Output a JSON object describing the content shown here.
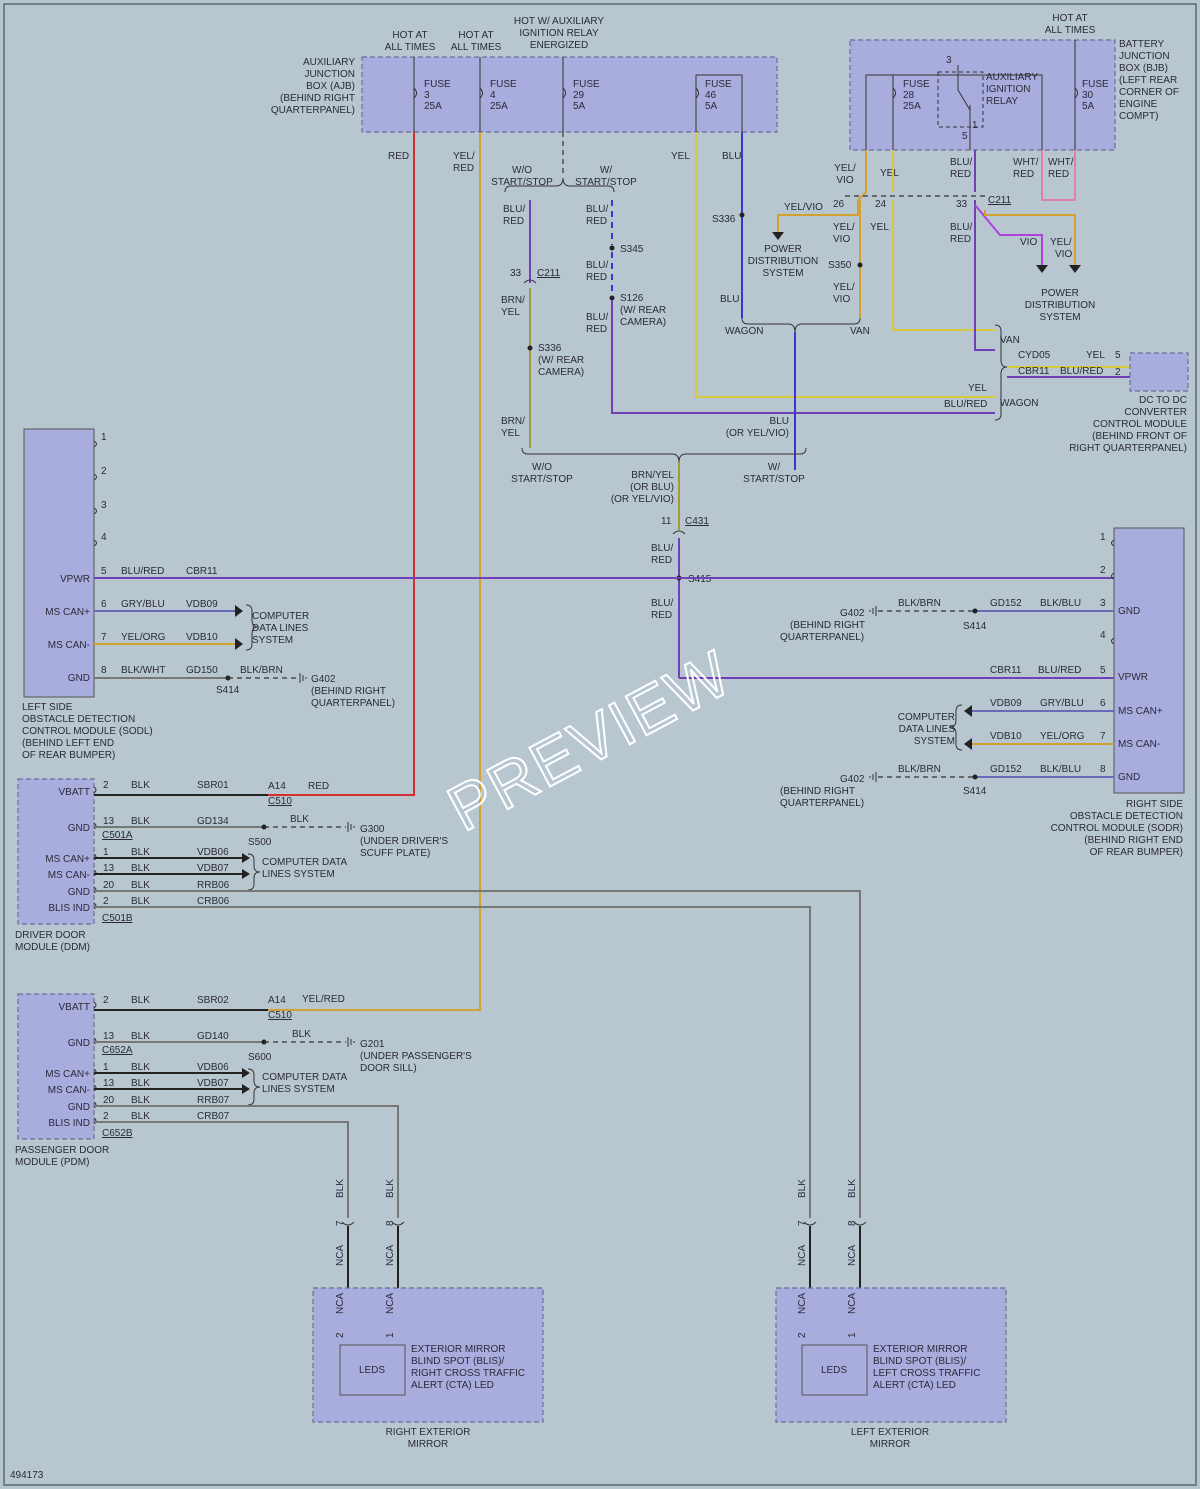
{
  "figure_id": "494173",
  "watermark": "PREVIEW",
  "ajb": {
    "label": [
      "AUXILIARY",
      "JUNCTION",
      "BOX (AJB)",
      "(BEHIND RIGHT",
      "QUARTERPANEL)"
    ],
    "hot_always_1": [
      "HOT AT",
      "ALL TIMES"
    ],
    "hot_always_2": [
      "HOT AT",
      "ALL TIMES"
    ],
    "hot_relay": [
      "HOT W/ AUXILIARY",
      "IGNITION RELAY",
      "ENERGIZED"
    ],
    "fuses": [
      {
        "label": [
          "FUSE",
          "3",
          "25A"
        ]
      },
      {
        "label": [
          "FUSE",
          "4",
          "25A"
        ]
      },
      {
        "label": [
          "FUSE",
          "29",
          "5A"
        ]
      },
      {
        "label": [
          "FUSE",
          "46",
          "5A"
        ]
      }
    ]
  },
  "bjb": {
    "label": [
      "BATTERY",
      "JUNCTION",
      "BOX (BJB)",
      "(LEFT REAR",
      "CORNER OF",
      "ENGINE",
      "COMPT)"
    ],
    "hot_always": [
      "HOT AT",
      "ALL TIMES"
    ],
    "fuse28": [
      "FUSE",
      "28",
      "25A"
    ],
    "fuse30": [
      "FUSE",
      "30",
      "5A"
    ],
    "relay": [
      "AUXILIARY",
      "IGNITION",
      "RELAY"
    ],
    "pin3": "3",
    "pin5": "5",
    "pin1": "1"
  },
  "wires": {
    "red": "RED",
    "yel_red": [
      "YEL/",
      "RED"
    ],
    "yel": "YEL",
    "blu": "BLU",
    "wo_ss": [
      "W/O",
      "START/STOP"
    ],
    "w_ss": [
      "W/",
      "START/STOP"
    ],
    "blu_red": [
      "BLU/",
      "RED"
    ],
    "brn_yel": [
      "BRN/",
      "YEL"
    ],
    "yel_vio": [
      "YEL/",
      "VIO"
    ],
    "yel_vio_inline": "YEL/VIO",
    "wht_red": [
      "WHT/",
      "RED"
    ],
    "vio": "VIO",
    "blk": "BLK",
    "nca": "NCA",
    "wagon": "WAGON",
    "van": "VAN",
    "blu_or": [
      "BLU",
      "(OR YEL/VIO)"
    ],
    "brn_or": [
      "BRN/YEL",
      "(OR BLU)",
      "(OR YEL/VIO)"
    ]
  },
  "splices": {
    "s336": "S336",
    "s345": "S345",
    "s126": [
      "S126",
      "(W/ REAR",
      "CAMERA)"
    ],
    "s336b": [
      "S336",
      "(W/ REAR",
      "CAMERA)"
    ],
    "s350": "S350",
    "s415": "S415",
    "s414": "S414",
    "s500": "S500",
    "s600": "S600"
  },
  "connectors": {
    "c211": "C211",
    "c431": "C431",
    "c510": "C510",
    "c501a": "C501A",
    "c501b": "C501B",
    "c652a": "C652A",
    "c652b": "C652B",
    "pin33": "33",
    "pin26": "26",
    "pin24": "24",
    "pin11": "11",
    "pinA14": "A14"
  },
  "pds": [
    "POWER",
    "DISTRIBUTION",
    "SYSTEM"
  ],
  "dcdc": {
    "label": [
      "DC TO DC",
      "CONVERTER",
      "CONTROL MODULE",
      "(BEHIND FRONT OF",
      "RIGHT QUARTERPANEL)"
    ],
    "rows": [
      {
        "circuit": "CYD05",
        "color": "YEL",
        "pin": "5"
      },
      {
        "circuit": "CBR11",
        "color": "BLU/RED",
        "pin": "2"
      }
    ]
  },
  "sodl": {
    "label": [
      "LEFT SIDE",
      "OBSTACLE DETECTION",
      "CONTROL MODULE (SODL)",
      "(BEHIND LEFT END",
      "OF REAR BUMPER)"
    ],
    "empty_pins": [
      "1",
      "2",
      "3",
      "4"
    ],
    "pins": [
      {
        "name": "VPWR",
        "pin": "5",
        "color": "BLU/RED",
        "circuit": "CBR11"
      },
      {
        "name": "MS CAN+",
        "pin": "6",
        "color": "GRY/BLU",
        "circuit": "VDB09"
      },
      {
        "name": "MS CAN-",
        "pin": "7",
        "color": "YEL/ORG",
        "circuit": "VDB10"
      },
      {
        "name": "GND",
        "pin": "8",
        "color": "BLK/WHT",
        "circuit": "GD150"
      }
    ],
    "gnd_color": "BLK/BRN",
    "ground": [
      "G402",
      "(BEHIND RIGHT",
      "QUARTERPANEL)"
    ],
    "cdl": [
      "COMPUTER",
      "DATA LINES",
      "SYSTEM"
    ]
  },
  "sodr": {
    "label": [
      "RIGHT SIDE",
      "OBSTACLE DETECTION",
      "CONTROL MODULE (SODR)",
      "(BEHIND RIGHT END",
      "OF REAR BUMPER)"
    ],
    "empty_pins": [
      "1",
      "2",
      "4"
    ],
    "pins": [
      {
        "name": "GND",
        "pin": "3",
        "color": "BLK/BLU",
        "circuit": "GD152"
      },
      {
        "name": "VPWR",
        "pin": "5",
        "color": "BLU/RED",
        "circuit": "CBR11"
      },
      {
        "name": "MS CAN+",
        "pin": "6",
        "color": "GRY/BLU",
        "circuit": "VDB09"
      },
      {
        "name": "MS CAN-",
        "pin": "7",
        "color": "YEL/ORG",
        "circuit": "VDB10"
      },
      {
        "name": "GND",
        "pin": "8",
        "color": "BLK/BLU",
        "circuit": "GD152"
      }
    ],
    "gnd_color": "BLK/BRN",
    "ground": [
      "G402",
      "(BEHIND RIGHT",
      "QUARTERPANEL)"
    ],
    "cdl": [
      "COMPUTER",
      "DATA LINES",
      "SYSTEM"
    ]
  },
  "ddm": {
    "label": [
      "DRIVER DOOR",
      "MODULE (DDM)"
    ],
    "rows": [
      {
        "name": "VBATT",
        "pin": "2",
        "color": "BLK",
        "circuit": "SBR01"
      },
      {
        "name": "GND",
        "pin": "13",
        "color": "BLK",
        "circuit": "GD134"
      },
      {
        "name": "MS CAN+",
        "pin": "1",
        "color": "BLK",
        "circuit": "VDB06"
      },
      {
        "name": "MS CAN-",
        "pin": "13",
        "color": "BLK",
        "circuit": "VDB07"
      },
      {
        "name": "GND",
        "pin": "20",
        "color": "BLK",
        "circuit": "RRB06"
      },
      {
        "name": "BLIS IND",
        "pin": "2",
        "color": "BLK",
        "circuit": "CRB06"
      }
    ],
    "vbatt_color": "RED",
    "gnd_blk": "BLK",
    "ground": [
      "G300",
      "(UNDER DRIVER'S",
      "SCUFF PLATE)"
    ],
    "cdl": [
      "COMPUTER DATA",
      "LINES SYSTEM"
    ]
  },
  "pdm": {
    "label": [
      "PASSENGER DOOR",
      "MODULE (PDM)"
    ],
    "rows": [
      {
        "name": "VBATT",
        "pin": "2",
        "color": "BLK",
        "circuit": "SBR02"
      },
      {
        "name": "GND",
        "pin": "13",
        "color": "BLK",
        "circuit": "GD140"
      },
      {
        "name": "MS CAN+",
        "pin": "1",
        "color": "BLK",
        "circuit": "VDB06"
      },
      {
        "name": "MS CAN-",
        "pin": "13",
        "color": "BLK",
        "circuit": "VDB07"
      },
      {
        "name": "GND",
        "pin": "20",
        "color": "BLK",
        "circuit": "RRB07"
      },
      {
        "name": "BLIS IND",
        "pin": "2",
        "color": "BLK",
        "circuit": "CRB07"
      }
    ],
    "vbatt_color": "YEL/RED",
    "gnd_blk": "BLK",
    "ground": [
      "G201",
      "(UNDER PASSENGER'S",
      "DOOR SILL)"
    ],
    "cdl": [
      "COMPUTER DATA",
      "LINES SYSTEM"
    ]
  },
  "mirror_right": {
    "label": [
      "RIGHT EXTERIOR",
      "MIRROR"
    ],
    "desc": [
      "EXTERIOR MIRROR",
      "BLIND SPOT (BLIS)/",
      "RIGHT CROSS TRAFFIC",
      "ALERT (CTA) LED"
    ],
    "leds": "LEDS",
    "pin7": "7",
    "pin8": "8",
    "pin2": "2",
    "pin1": "1"
  },
  "mirror_left": {
    "label": [
      "LEFT EXTERIOR",
      "MIRROR"
    ],
    "desc": [
      "EXTERIOR MIRROR",
      "BLIND SPOT (BLIS)/",
      "LEFT CROSS TRAFFIC",
      "ALERT (CTA) LED"
    ],
    "leds": "LEDS",
    "pin7": "7",
    "pin8": "8",
    "pin2": "2",
    "pin1": "1"
  },
  "colors": {
    "red": "#d23030",
    "yellow": "#d8c83c",
    "orange": "#d4a030",
    "blue": "#3838d0",
    "violet": "#7040b8",
    "purple": "#9040d0",
    "olive": "#a09a40",
    "gray": "#777777",
    "black": "#222222",
    "pink": "#e080a8"
  }
}
